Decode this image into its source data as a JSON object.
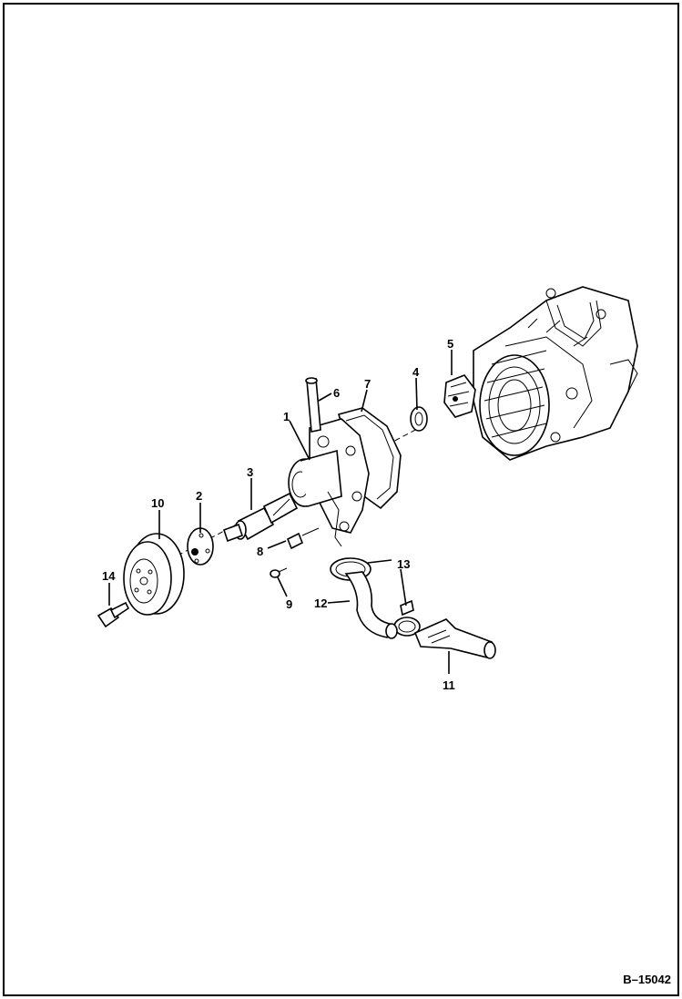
{
  "figure_code": "B–15042",
  "callouts": [
    {
      "id": "1",
      "text": "1"
    },
    {
      "id": "2",
      "text": "2"
    },
    {
      "id": "3",
      "text": "3"
    },
    {
      "id": "4",
      "text": "4"
    },
    {
      "id": "5",
      "text": "5"
    },
    {
      "id": "6",
      "text": "6"
    },
    {
      "id": "7",
      "text": "7"
    },
    {
      "id": "8",
      "text": "8"
    },
    {
      "id": "9",
      "text": "9"
    },
    {
      "id": "10",
      "text": "10"
    },
    {
      "id": "11",
      "text": "11"
    },
    {
      "id": "12",
      "text": "12"
    },
    {
      "id": "13",
      "text": "13"
    },
    {
      "id": "14",
      "text": "14"
    }
  ]
}
